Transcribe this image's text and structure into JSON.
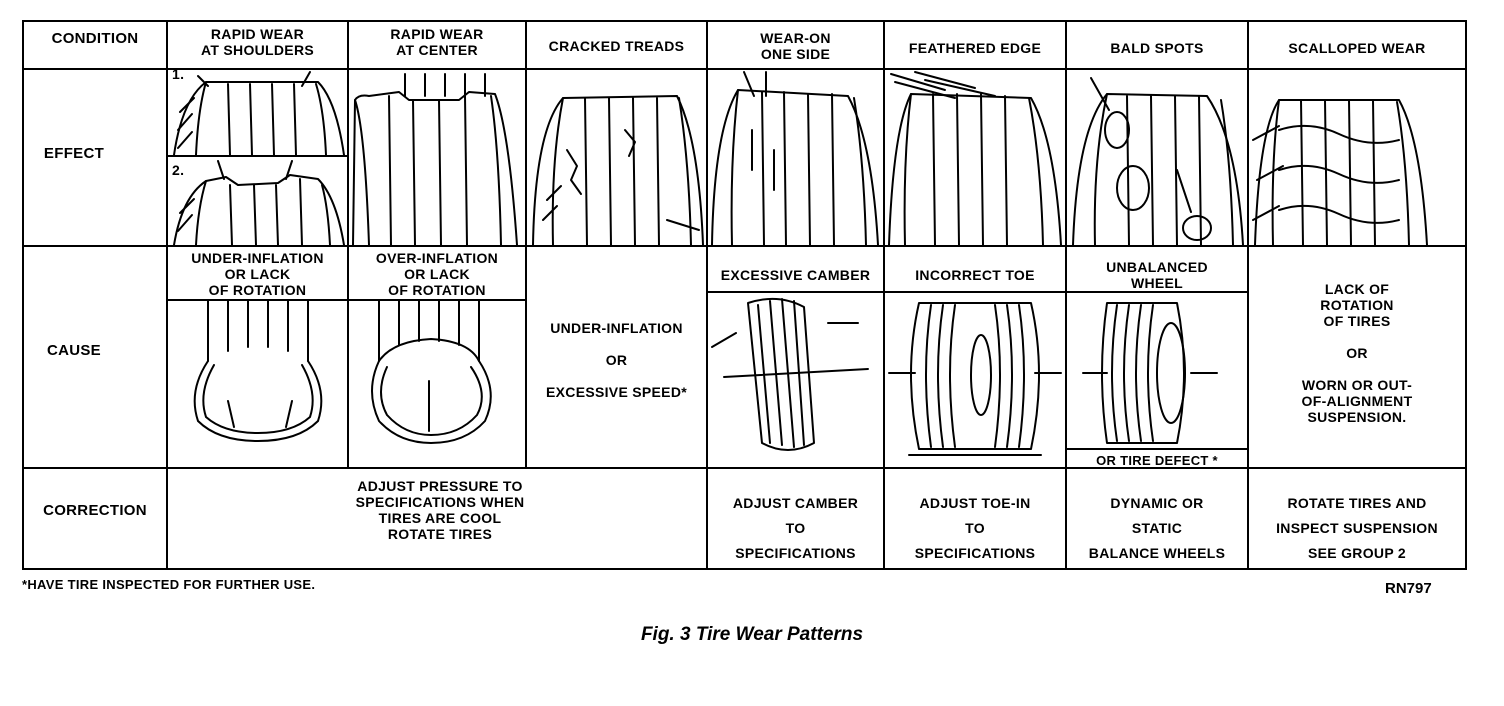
{
  "rows": {
    "condition": "CONDITION",
    "effect": "EFFECT",
    "cause": "CAUSE",
    "correction": "CORRECTION"
  },
  "conditions": [
    "RAPID WEAR\nAT SHOULDERS",
    "RAPID WEAR\nAT CENTER",
    "CRACKED TREADS",
    "WEAR-ON\nONE SIDE",
    "FEATHERED EDGE",
    "BALD SPOTS",
    "SCALLOPED WEAR"
  ],
  "effect_labels": {
    "one": "1.",
    "two": "2."
  },
  "causes": {
    "under_inflation": "UNDER-INFLATION\nOR LACK\nOF ROTATION",
    "over_inflation": "OVER-INFLATION\nOR LACK\nOF ROTATION",
    "cracked": "UNDER-INFLATION\n\nOR\n\nEXCESSIVE SPEED*",
    "camber": "EXCESSIVE CAMBER",
    "toe": "INCORRECT TOE",
    "unbalanced": "UNBALANCED\nWHEEL",
    "unbalanced_footer": "OR TIRE  DEFECT *",
    "scalloped": "LACK  OF\nROTATION\nOF  TIRES\n\nOR\n\nWORN OR OUT-\nOF-ALIGNMENT\nSUSPENSION."
  },
  "corrections": {
    "pressure": "ADJUST PRESSURE TO\nSPECIFICATIONS WHEN\nTIRES ARE COOL\nROTATE TIRES",
    "camber": "ADJUST CAMBER\nTO\nSPECIFICATIONS",
    "toe": "ADJUST TOE-IN\nTO\nSPECIFICATIONS",
    "balance": "DYNAMIC OR\nSTATIC\nBALANCE WHEELS",
    "rotate": "ROTATE TIRES AND\nINSPECT SUSPENSION\nSEE GROUP 2"
  },
  "footnote": "*HAVE TIRE INSPECTED FOR FURTHER USE.",
  "code": "RN797",
  "caption": "Fig. 3 Tire Wear Patterns"
}
